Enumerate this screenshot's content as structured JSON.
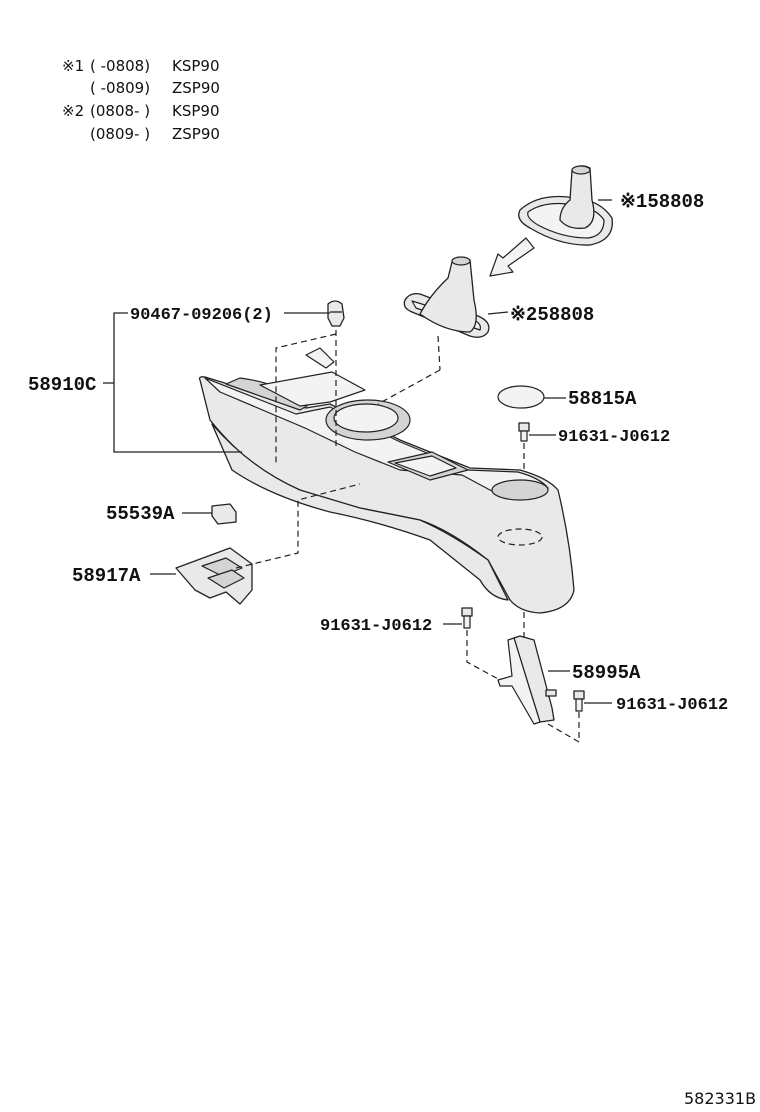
{
  "notes": [
    {
      "mark": "※1",
      "range": "(    -0808)",
      "model": "KSP90"
    },
    {
      "mark": "",
      "range": "(    -0809)",
      "model": "ZSP90"
    },
    {
      "mark": "※2",
      "range": "(0808-    )",
      "model": "KSP90"
    },
    {
      "mark": "",
      "range": "(0809-    )",
      "model": "ZSP90"
    }
  ],
  "labels": {
    "boot_1": "※158808",
    "boot_2": "※258808",
    "clip": "90467-09206(2)",
    "console": "58910C",
    "cap": "58815A",
    "bolt_top": "91631-J0612",
    "switch": "55539A",
    "panel": "58917A",
    "bolt_mid": "91631-J0612",
    "bracket": "58995A",
    "bolt_right": "91631-J0612"
  },
  "footer": {
    "ref_code": "582331B"
  }
}
